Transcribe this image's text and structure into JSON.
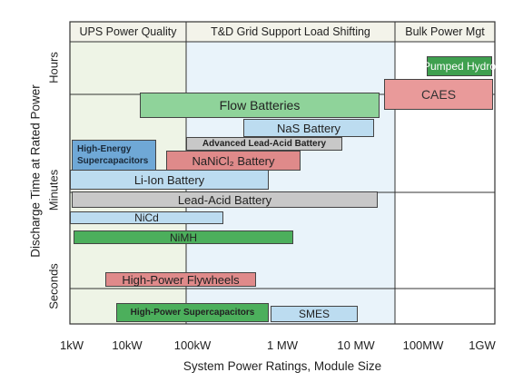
{
  "regions": [
    {
      "label": "UPS Power Quality",
      "color": "#eef4e6"
    },
    {
      "label": "T&D Grid Support Load Shifting",
      "color": "#e9f3fa"
    },
    {
      "label": "Bulk Power Mgt",
      "color": "#ffffff"
    }
  ],
  "y_ticks": [
    "Hours",
    "Minutes",
    "Seconds"
  ],
  "x_ticks": [
    "1kW",
    "10kW",
    "100kW",
    "1 MW",
    "10 MW",
    "100MW",
    "1GW"
  ],
  "xlabel": "System Power Ratings, Module Size",
  "ylabel": "Discharge Time at Rated Power",
  "colors": {
    "green": "#7fcc8a",
    "blue": "#bcdcf0",
    "red": "#df8a8a",
    "gray": "#c8c8c8",
    "dark_green": "#3fa04f"
  },
  "technologies": [
    {
      "name": "Pumped Hydro",
      "color": "dark_green"
    },
    {
      "name": "CAES",
      "color": "red"
    },
    {
      "name": "Flow Batteries",
      "color": "green"
    },
    {
      "name": "NaS Battery",
      "color": "blue"
    },
    {
      "name": "High-Energy Supercapacitors",
      "color": "blue"
    },
    {
      "name": "Advanced Lead-Acid Battery",
      "color": "gray"
    },
    {
      "name": "NaNiCl₂ Battery",
      "color": "red"
    },
    {
      "name": "Li-Ion Battery",
      "color": "blue"
    },
    {
      "name": "Lead-Acid Battery",
      "color": "gray"
    },
    {
      "name": "NiCd",
      "color": "blue"
    },
    {
      "name": "NiMH",
      "color": "green"
    },
    {
      "name": "High-Power Flywheels",
      "color": "red"
    },
    {
      "name": "High-Power Supercapacitors",
      "color": "green"
    },
    {
      "name": "SMES",
      "color": "blue"
    }
  ]
}
